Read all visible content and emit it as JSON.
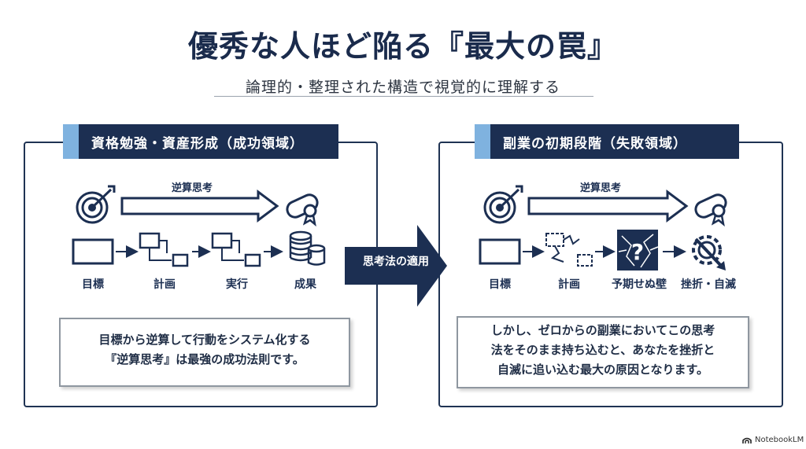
{
  "title": "優秀な人ほど陥る『最大の罠』",
  "subtitle": "論理的・整理された構造で視覚的に理解する",
  "left": {
    "header": "資格勉強・資産形成（成功領域）",
    "flow_label": "逆算思考",
    "steps": [
      "目標",
      "計画",
      "実行",
      "成果"
    ],
    "text_line1": "目標から逆算して行動をシステム化する",
    "text_line2": "『逆算思考』は最強の成功法則です。"
  },
  "middle": {
    "arrow_label": "思考法の適用"
  },
  "right": {
    "header": "副業の初期段階（失敗領域）",
    "flow_label": "逆算思考",
    "steps": [
      "目標",
      "計画",
      "予期せぬ壁",
      "挫折・自滅"
    ],
    "text_line1": "しかし、ゼロからの副業においてこの思考",
    "text_line2": "法をそのまま持ち込むと、あなたを挫折と",
    "text_line3": "自滅に追い込む最大の原因となります。"
  },
  "brand": "NotebookLM",
  "colors": {
    "navy": "#1c2f52",
    "accent": "#7fb2df",
    "border": "#1f3353"
  },
  "icons": [
    "target-icon",
    "scroll-icon",
    "coins-icon",
    "broken-wall-icon",
    "gear-crash-icon"
  ]
}
